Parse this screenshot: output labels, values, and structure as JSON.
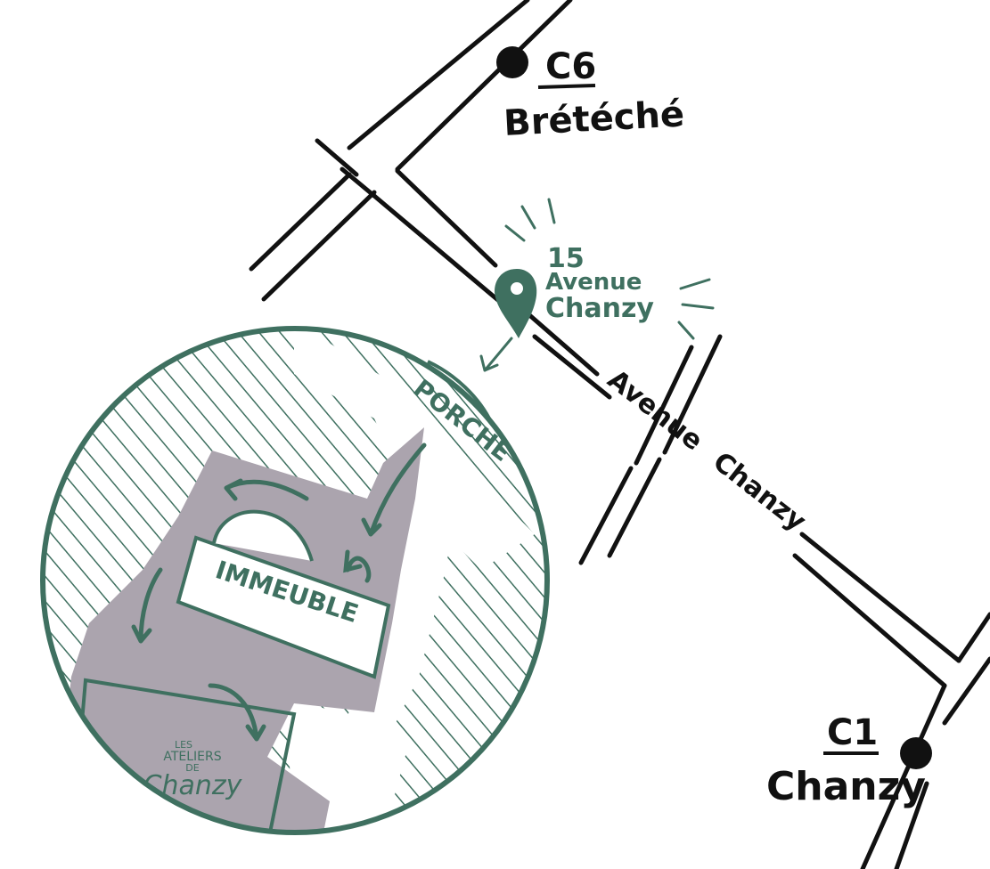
{
  "colors": {
    "ink": "#111111",
    "green": "#3f7060",
    "plot": "#aba4ae",
    "background": "#ffffff"
  },
  "stops": {
    "top": {
      "line": "C6",
      "name": "Brétéché"
    },
    "bottom": {
      "line": "C1",
      "name": "Chanzy"
    }
  },
  "destination": {
    "line1": "15",
    "line2": "Avenue",
    "line3": "Chanzy",
    "icon": "map-pin-icon"
  },
  "street": {
    "word1": "Avenue",
    "word2": "Chanzy"
  },
  "inset": {
    "porch_label": "PORCHE",
    "building_label": "IMMEUBLE",
    "logo": {
      "line1": "LES",
      "line2": "ATELIERS",
      "line3": "DE",
      "line4": "Chanzy"
    }
  }
}
